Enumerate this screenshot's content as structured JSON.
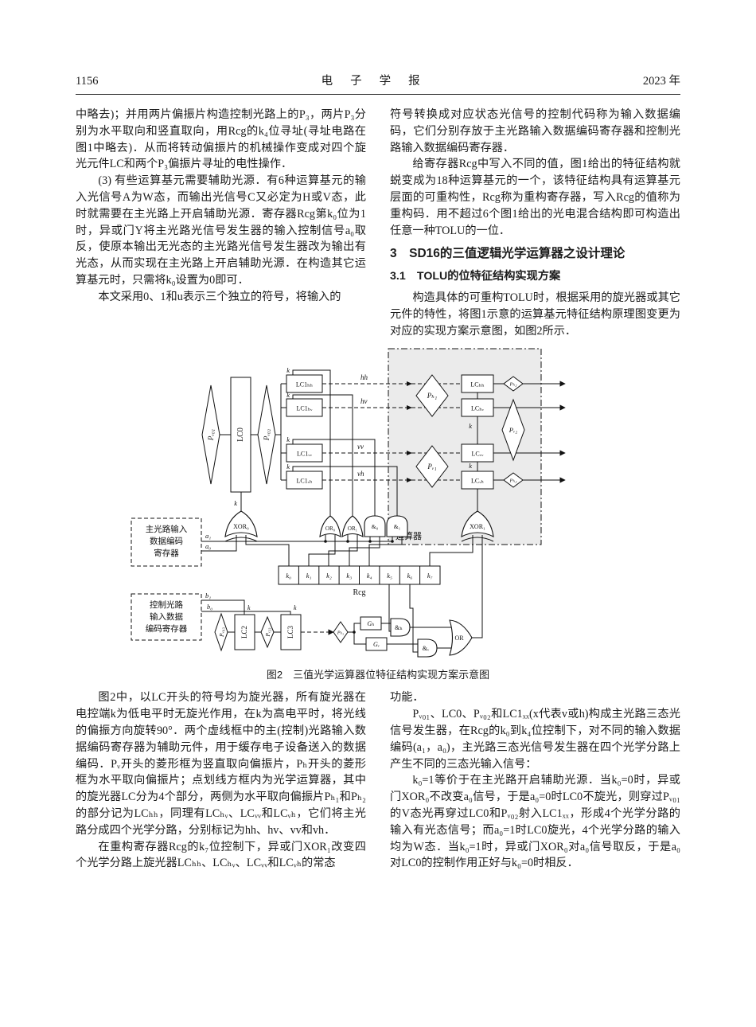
{
  "header": {
    "page_number": "1156",
    "journal_title": "电子学报",
    "year": "2023 年"
  },
  "body": {
    "left_top": [
      "中略去)；并用两片偏振片构造控制光路上的P₃，两片P₃分别为水平取向和竖直取向，用Rcg的k₄位寻址(寻址电路在图1中略去)．从而将转动偏振片的机械操作变成对四个旋光元件LC和两个P₃偏振片寻址的电性操作．",
      "(3) 有些运算基元需要辅助光源．有6种运算基元的输入光信号A为W态，而输出光信号C又必定为H或V态，此时就需要在主光路上开启辅助光源．寄存器Rcg第k₀位为1时，异或门Y将主光路光信号发生器的输入控制信号a₀取反，使原本输出无光态的主光路光信号发生器改为输出有光态，从而实现在主光路上开启辅助光源．在构造其它运算基元时，只需将k₀设置为0即可．",
      "本文采用0、1和u表示三个独立的符号，将输入的"
    ],
    "right_top": [
      "符号转换成对应状态光信号的控制代码称为输入数据编码，它们分别存放于主光路输入数据编码寄存器和控制光路输入数据编码寄存器．",
      "给寄存器Rcg中写入不同的值，图1给出的特征结构就蜕变成为18种运算基元的一个，该特征结构具有运算基元层面的可重构性，Rcg称为重构寄存器，写入Rcg的值称为重构码．用不超过6个图1给出的光电混合结构即可构造出任意一种TOLU的一位．"
    ],
    "section_h1": "3　SD16的三值逻辑光学运算器之设计理论",
    "section_h2": "3.1　TOLU的位特征结构实现方案",
    "right_after_heading": [
      "构造具体的可重构TOLU时，根据采用的旋光器或其它元件的特性，将图1示意的运算基元特征结构原理图变更为对应的实现方案示意图，如图2所示．"
    ],
    "left_bottom": [
      "图2中，以LC开头的符号均为旋光器，所有旋光器在电控端k为低电平时无旋光作用，在k为高电平时，将光线的偏振方向旋转90°．两个虚线框中的主(控制)光路输入数据编码寄存器为辅助元件，用于缓存电子设备送入的数据编码．Pᵥ开头的菱形框为竖直取向偏振片，Pₕ开头的菱形框为水平取向偏振片；点划线方框内为光学运算器，其中的旋光器LC分为4个部分，两侧为水平取向偏振片Pₕ₁和Pₕ₂的部分记为LCₕₕ，同理有LCₕᵥ、LCᵥᵥ和LCᵥₕ，它们将主光路分成四个光学分路，分别标记为hh、hv、vv和vh．",
      "在重构寄存器Rcg的k₇位控制下，异或门XOR₁改变四个光学分路上旋光器LCₕₕ、LCₕᵥ、LCᵥᵥ和LCᵥₕ的常态"
    ],
    "right_bottom": [
      "功能．",
      "Pᵥ₀₁、LC0、Pᵥ₀₂和LC1ₓₓ(x代表v或h)构成主光路三态光信号发生器，在Rcg的k₀到k₄位控制下，对不同的输入数据编码(a₁，a₀)，主光路三态光信号发生器在四个光学分路上产生不同的三态光输入信号：",
      "k₀=1等价于在主光路开启辅助光源．当k₀=0时，异或门XOR₀不改变a₀信号，于是a₀=0时LC0不旋光，则穿过Pᵥ₀₁的V态光再穿过LC0和Pᵥ₀₂射入LC1ₓₓ，形成4个光学分路的输入有光态信号；而a₀=1时LC0旋光，4个光学分路的输入均为W态．当k₀=1时，异或门XOR₀对a₀信号取反，于是a₀对LC0的控制作用正好与k₀=0时相反．"
    ]
  },
  "figure": {
    "caption": "图2　三值光学运算器位特征结构实现方案示意图",
    "labels": {
      "pv01": "Pᵥ₀₁",
      "lc0": "LC0",
      "pv02": "Pᵥ₀₂",
      "k": "k",
      "lc1hh": "LC1ₕₕ",
      "lc1hv": "LC1ₕᵥ",
      "lc1vv": "LC1ᵥᵥ",
      "lc1vh": "LC1ᵥₕ",
      "hh": "hh",
      "hv": "hv",
      "vv": "vv",
      "vh": "vh",
      "ph1": "Pₕ₁",
      "pv1": "Pᵥ₁",
      "lchh": "LCₕₕ",
      "lchv": "LCₕᵥ",
      "lcvv": "LCᵥᵥ",
      "lcvh": "LCᵥₕ",
      "ph2": "Pₕ₂",
      "pv2": "Pᵥ₂",
      "operator": "运算器",
      "xor0": "XOR₀",
      "xor1": "XOR₁",
      "or0": "OR₀",
      "or1": "OR₁",
      "and0": "&₀",
      "and1": "&₁",
      "a1": "a₁",
      "a0": "a₀",
      "b1": "b₁",
      "b0": "b₀",
      "rcg": "Rcg",
      "rcg_cells": [
        "k₀",
        "k₁",
        "k₂",
        "k₃",
        "k₄",
        "k₅",
        "k₆",
        "k₇"
      ],
      "reg_main": [
        "主光路输入",
        "数据编码",
        "寄存器"
      ],
      "reg_ctrl": [
        "控制光路",
        "输入数据",
        "编码寄存器"
      ],
      "pv03": "Pᵥ₀₃",
      "lc2": "LC2",
      "pv23": "Pᵥ₂₃",
      "lc3": "LC3",
      "ph3": "Pₕ₃",
      "gh": "Gₕ",
      "gv": "Gᵥ",
      "andh": "&ₕ",
      "andv": "&ᵥ",
      "or_gate": "OR"
    }
  }
}
